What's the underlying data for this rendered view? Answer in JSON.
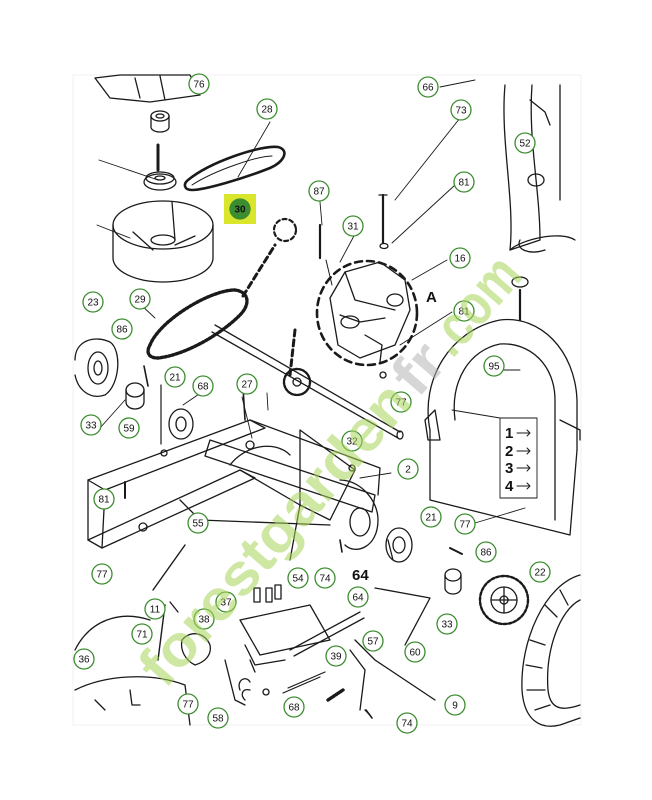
{
  "callouts": [
    "76",
    "28",
    "30",
    "87",
    "31",
    "73",
    "66",
    "52",
    "81",
    "16",
    "23",
    "29",
    "86",
    "21",
    "68",
    "27",
    "33",
    "59",
    "81",
    "77",
    "95",
    "32",
    "2",
    "81",
    "55",
    "21",
    "77",
    "86",
    "77",
    "22",
    "54",
    "74",
    "64",
    "37",
    "38",
    "11",
    "33",
    "71",
    "57",
    "60",
    "36",
    "39",
    "77",
    "58",
    "68",
    "74",
    "9"
  ],
  "labels": {
    "letter_a": "A",
    "num_64": "64",
    "legend_1": "1",
    "legend_2": "2",
    "legend_3": "3",
    "legend_4": "4"
  },
  "watermark": {
    "green_part": "forestgarden",
    "gray_part": "fr",
    "com_part": ".com"
  },
  "colors": {
    "callout_ring": "#3c8d2f",
    "highlight": "#d9e62c",
    "watermark_green": "#a6d65a",
    "watermark_gray": "#b5b5b5"
  }
}
